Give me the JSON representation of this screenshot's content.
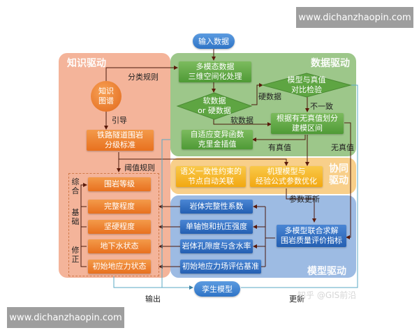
{
  "watermarks": {
    "top_right": "www.dichanzhaopin.com",
    "bottom_left": "www.dichanzhaopin.com",
    "zhihu": "知乎 @GIS前沿"
  },
  "colors": {
    "knowledge_region": "#f4b49a",
    "data_region": "#9dc78a",
    "cooperative_region": "#f8cf8a",
    "model_region": "#9dbbe3",
    "orange_box": "#e8711f",
    "green_box": "#4f9a36",
    "yellow_box": "#f2a812",
    "blue_box": "#245fb2",
    "pill": "#2f74c6",
    "twin_line": "#5aa9c4"
  },
  "input": {
    "label": "输入数据"
  },
  "output": {
    "label": "孪生模型"
  },
  "regions": {
    "knowledge": {
      "title": "知识驱动",
      "knowledge_graph": "知识\n图谱",
      "standard_box": "铁路隧道围岩\n分级标准",
      "guide_label": "引导",
      "classify_label": "分类规则",
      "threshold_label": "阈值规则",
      "side_labels": {
        "comprehensive": "综合",
        "basic": "基础",
        "correction": "修正"
      },
      "grade_items": [
        "围岩等级",
        "完整程度",
        "坚硬程度",
        "地下水状态",
        "初始地应力状态"
      ]
    },
    "data": {
      "title": "数据驱动",
      "process_box": "多模态数据\n三维空间化处理",
      "decision_soft_hard": "软数据\nor 硬数据",
      "decision_compare": "模型与真值\n对比检验",
      "partition_box": "根据有无真值划分\n建模区间",
      "kriging_box": "自适应变异函数\n克里金插值",
      "labels": {
        "hard_data": "硬数据",
        "soft_data": "软数据",
        "inconsistent": "不一致",
        "has_truth": "有真值",
        "no_truth": "无真值"
      }
    },
    "cooperative": {
      "title": "协同\n驱动",
      "semantic_box": "语义一致性约束的\n节点自动关联",
      "mechanism_box": "机理模型与\n经验公式参数优化"
    },
    "model": {
      "title": "模型驱动",
      "param_update_label": "参数更新",
      "joint_solve_box": "多模型联合求解\n围岩质量评价指标",
      "indicators": [
        "岩体完整性系数",
        "单轴饱和抗压强度",
        "岩体孔隙度与含水率",
        "初始地应力场评估基准"
      ]
    }
  },
  "bottom_labels": {
    "output": "输出",
    "update": "更新"
  }
}
